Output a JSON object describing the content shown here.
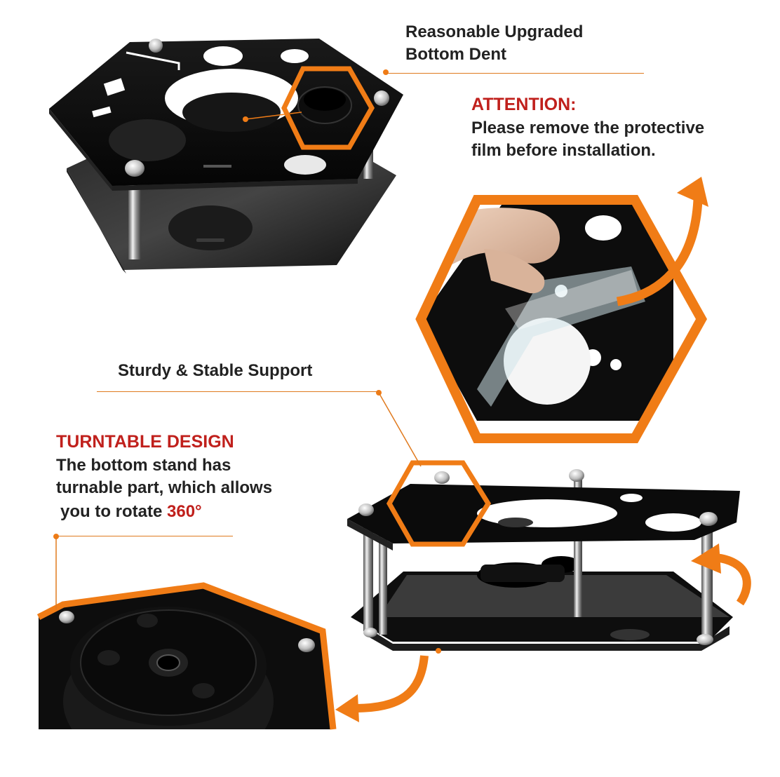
{
  "colors": {
    "accent_orange": "#f07c16",
    "leader_line": "#e07a1e",
    "title_red": "#c0201c",
    "acrylic_black": "#0c0c0c",
    "text_dark": "#222222"
  },
  "callouts": {
    "bottom_dent": {
      "line1": "Reasonable Upgraded",
      "line2": "Bottom Dent"
    },
    "attention": {
      "title": "ATTENTION:",
      "line1": "Please remove the protective",
      "line2": "film before installation."
    },
    "support": {
      "text": "Sturdy & Stable Support"
    },
    "turntable": {
      "title": "TURNTABLE DESIGN",
      "line1": "The bottom stand has",
      "line2": "turnable part, which allows",
      "line3_prefix": "you to rotate ",
      "line3_value": "360°"
    }
  },
  "icons": [
    "curved-arrow-icon",
    "hexagon-highlight-icon",
    "screw-icon"
  ]
}
